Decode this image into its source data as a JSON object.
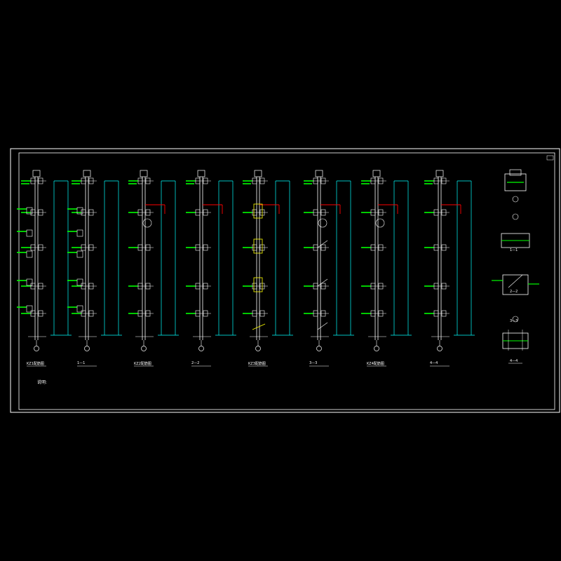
{
  "drawing": {
    "colors": {
      "background": "#000000",
      "frame": "#ffffff",
      "column_line": "#ffffff",
      "dimension_line": "#00ffff",
      "level_marker": "#00ff00",
      "beam_mark": "#ff0000",
      "rebar_highlight": "#ffff00",
      "annotation": "#ffffff"
    },
    "notes_title": "说明:",
    "column_labels": [
      "KZ1配筋图",
      "1—1",
      "KZ2配筋图",
      "2—2",
      "KZ3配筋图",
      "3—3",
      "KZ4配筋图",
      "4—4"
    ],
    "section_labels": [
      "1—1",
      "2—2",
      "3—3",
      "4—4"
    ]
  }
}
